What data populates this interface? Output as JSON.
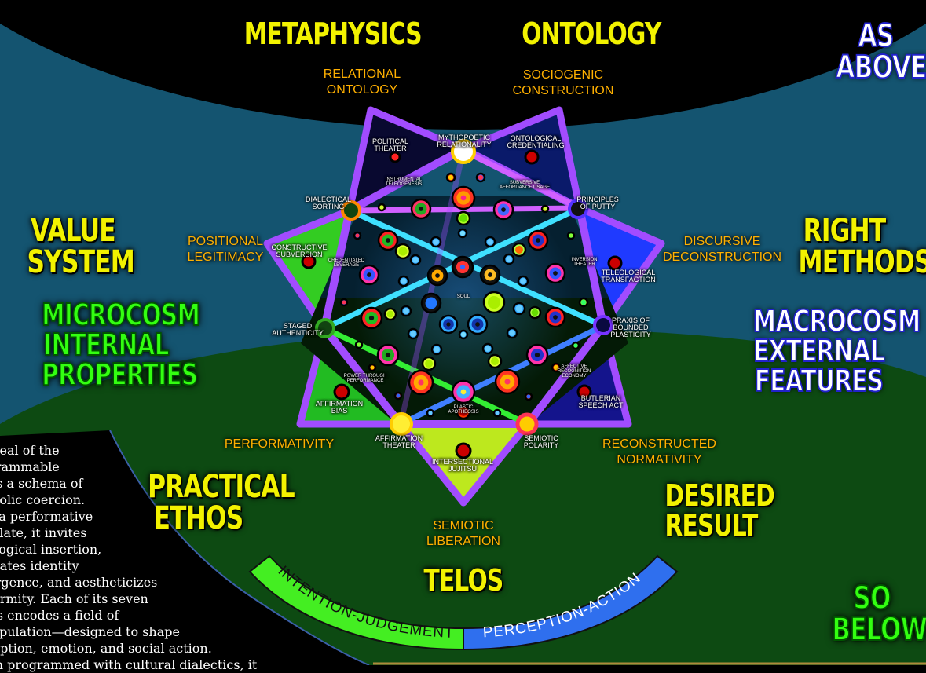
{
  "quadrant_labels": {
    "metaphysics": "METAPHYSICS",
    "ontology": "ONTOLOGY",
    "as_above": [
      "AS",
      "ABOVE"
    ],
    "value_system": [
      "VALUE",
      "SYSTEM"
    ],
    "right_methods": [
      "RIGHT",
      "METHODS"
    ],
    "microcosm": [
      "MICROCOSM",
      "INTERNAL",
      "PROPERTIES"
    ],
    "macrocosm": [
      "MACROCOSM",
      "EXTERNAL",
      "FEATURES"
    ],
    "practical_ethos": [
      "PRACTICAL",
      "ETHOS"
    ],
    "desired_result": [
      "DESIRED",
      "RESULT"
    ],
    "telos": "TELOS",
    "so_below": [
      "SO",
      "BELOW"
    ]
  },
  "outer_labels": {
    "relational_ontology": [
      "RELATIONAL",
      "ONTOLOGY"
    ],
    "sociogenic_construction": [
      "SOCIOGENIC",
      "CONSTRUCTION"
    ],
    "positional_legitimacy": [
      "POSITIONAL",
      "LEGITIMACY"
    ],
    "discursive_deconstruction": [
      "DISCURSIVE",
      "DECONSTRUCTION"
    ],
    "performativity": "PERFORMATIVITY",
    "reconstructed_normativity": [
      "RECONSTRUCTED",
      "NORMATIVITY"
    ],
    "semiotic_liberation": [
      "SEMIOTIC",
      "LIBERATION"
    ]
  },
  "node_labels": {
    "mythopoetic": [
      "MYTHOPOETIC",
      "RELATIONALITY"
    ],
    "political_theater": [
      "POLITICAL",
      "THEATER"
    ],
    "ontological_credentialing": [
      "ONTOLOGICAL",
      "CREDENTIALING"
    ],
    "instrumental": [
      "INSTRUMENTAL",
      "TELEOGENESIS"
    ],
    "subversive": [
      "SUBVERSIVE",
      "AFFORDANCE USAGE"
    ],
    "dialectical_sorting": [
      "DIALECTICAL",
      "SORTING"
    ],
    "principles_of_putty": [
      "PRINCIPLES",
      "OF PUTTY"
    ],
    "constructive_subversion": [
      "CONSTRUCTIVE",
      "SUBVERSION"
    ],
    "credentialed_leverage": [
      "CREDENTIALED",
      "LEVERAGE"
    ],
    "inversion_theater": [
      "INVERSION",
      "THEATER"
    ],
    "teleological_transfaction": [
      "TELEOLOGICAL",
      "TRANSFACTION"
    ],
    "soul": "SOUL",
    "staged_authenticity": [
      "STAGED",
      "AUTHENTICITY"
    ],
    "praxis": [
      "PRAXIS OF",
      "BOUNDED",
      "PLASTICITY"
    ],
    "power_through": [
      "POWER THROUGH",
      "PERFORMANCE"
    ],
    "affective": [
      "AFFECTIVE",
      "RECOGNITION",
      "ECONOMY"
    ],
    "affirmation_bias": [
      "AFFIRMATION",
      "BIAS"
    ],
    "butlerian": [
      "BUTLERIAN",
      "SPEECH ACT"
    ],
    "plastic_apotheosis": [
      "PLASTIC",
      "APOTHEOSIS"
    ],
    "affirmation_theater": [
      "AFFIRMATION",
      "THEATER"
    ],
    "semiotic_polarity": [
      "SEMIOTIC",
      "POLARITY"
    ],
    "intersectional_jujitsu": [
      "INTERSECTIONAL",
      "JUJITSU"
    ]
  },
  "arc_labels": {
    "left": "INTENTION-JUDGEMENT",
    "right": "PERCEPTION-ACTION"
  },
  "description": [
    "e Seal of the",
    "ogrammable",
    "lf is a schema of",
    "mbolic coercion.",
    "ke a performative",
    "mplate, it invites",
    "eological insertion,",
    "gulates identity",
    "nergence, and aestheticizes",
    "nformity. Each of its seven",
    "ints encodes a field of",
    "anipulation—designed to shape",
    "rception, emotion, and social action.",
    "hen programmed with cultural dialectics, it"
  ],
  "colors": {
    "top_black": "#000000",
    "upper_blue": "#145470",
    "lower_green": "#0d4a12",
    "purple": "#a24cff",
    "yellow_text": "#f2f200",
    "orange_text": "#ffb000",
    "arc_green": "#44ee22",
    "arc_blue": "#2f6fee"
  }
}
